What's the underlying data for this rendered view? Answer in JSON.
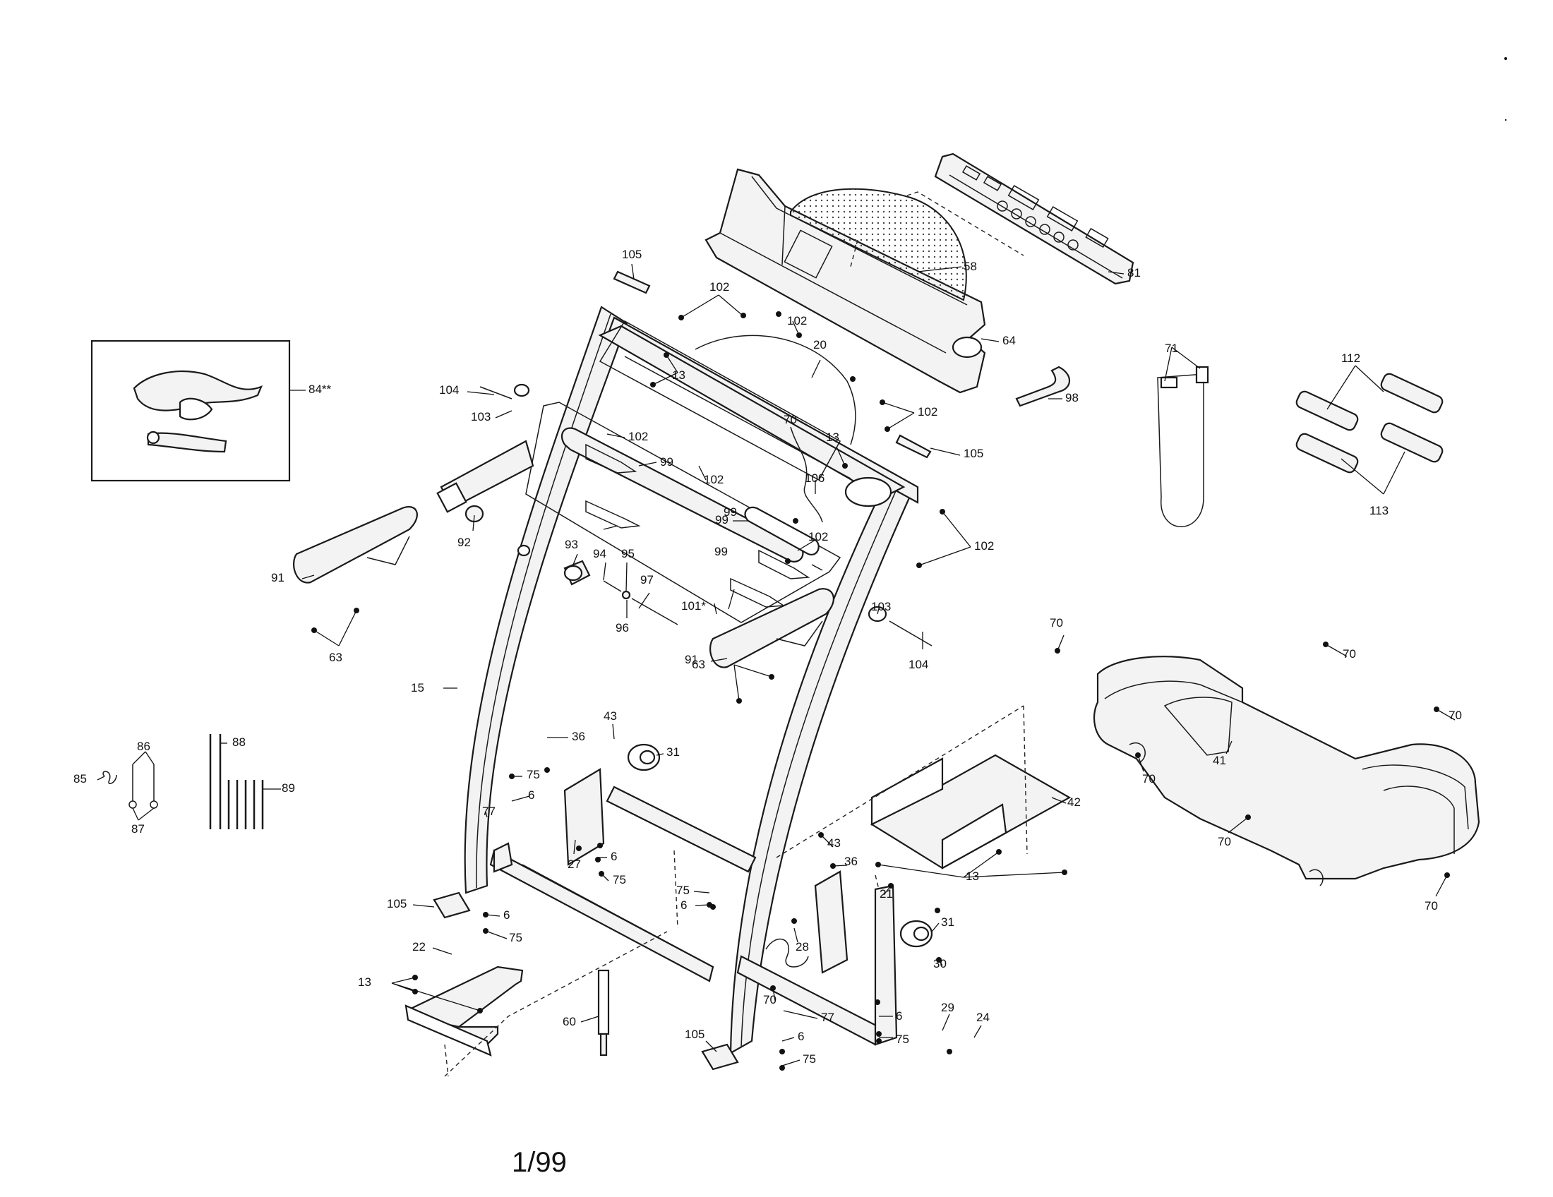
{
  "page": {
    "number": "1/99"
  },
  "parts": [
    {
      "id": "p1",
      "label": "105"
    },
    {
      "id": "p2",
      "label": "102"
    },
    {
      "id": "p3",
      "label": "102"
    },
    {
      "id": "p4",
      "label": "20"
    },
    {
      "id": "p5",
      "label": "13"
    },
    {
      "id": "p6",
      "label": "58"
    },
    {
      "id": "p7",
      "label": "81"
    },
    {
      "id": "p8",
      "label": "64"
    },
    {
      "id": "p9",
      "label": "84**"
    },
    {
      "id": "p10",
      "label": "104"
    },
    {
      "id": "p11",
      "label": "103"
    },
    {
      "id": "p12",
      "label": "102"
    },
    {
      "id": "p13",
      "label": "102"
    },
    {
      "id": "p14",
      "label": "102"
    },
    {
      "id": "p15",
      "label": "70"
    },
    {
      "id": "p16",
      "label": "13"
    },
    {
      "id": "p17",
      "label": "105"
    },
    {
      "id": "p18",
      "label": "98"
    },
    {
      "id": "p19",
      "label": "71"
    },
    {
      "id": "p20",
      "label": "112"
    },
    {
      "id": "p21",
      "label": "113"
    },
    {
      "id": "p22",
      "label": "99"
    },
    {
      "id": "p23",
      "label": "106"
    },
    {
      "id": "p24",
      "label": "99"
    },
    {
      "id": "p25",
      "label": "99"
    },
    {
      "id": "p26",
      "label": "102"
    },
    {
      "id": "p27",
      "label": "102"
    },
    {
      "id": "p28",
      "label": "92"
    },
    {
      "id": "p29",
      "label": "93"
    },
    {
      "id": "p30",
      "label": "94"
    },
    {
      "id": "p31",
      "label": "95"
    },
    {
      "id": "p32",
      "label": "97"
    },
    {
      "id": "p33",
      "label": "96"
    },
    {
      "id": "p34",
      "label": "99"
    },
    {
      "id": "p35",
      "label": "101*"
    },
    {
      "id": "p36",
      "label": "91"
    },
    {
      "id": "p37",
      "label": "63"
    },
    {
      "id": "p38",
      "label": "103"
    },
    {
      "id": "p39",
      "label": "104"
    },
    {
      "id": "p40",
      "label": "91"
    },
    {
      "id": "p41",
      "label": "63"
    },
    {
      "id": "p42",
      "label": "15"
    },
    {
      "id": "p43",
      "label": "70"
    },
    {
      "id": "p44",
      "label": "70"
    },
    {
      "id": "p45",
      "label": "70"
    },
    {
      "id": "p46",
      "label": "41"
    },
    {
      "id": "p47",
      "label": "70"
    },
    {
      "id": "p48",
      "label": "70"
    },
    {
      "id": "p49",
      "label": "70"
    },
    {
      "id": "p50",
      "label": "86"
    },
    {
      "id": "p51",
      "label": "88"
    },
    {
      "id": "p52",
      "label": "85"
    },
    {
      "id": "p53",
      "label": "89"
    },
    {
      "id": "p54",
      "label": "87"
    },
    {
      "id": "p55",
      "label": "43"
    },
    {
      "id": "p56",
      "label": "36"
    },
    {
      "id": "p57",
      "label": "31"
    },
    {
      "id": "p58",
      "label": "75"
    },
    {
      "id": "p59",
      "label": "6"
    },
    {
      "id": "p60",
      "label": "77"
    },
    {
      "id": "p61",
      "label": "27"
    },
    {
      "id": "p62",
      "label": "6"
    },
    {
      "id": "p63",
      "label": "75"
    },
    {
      "id": "p64",
      "label": "42"
    },
    {
      "id": "p65",
      "label": "43"
    },
    {
      "id": "p66",
      "label": "36"
    },
    {
      "id": "p67",
      "label": "13"
    },
    {
      "id": "p68",
      "label": "21"
    },
    {
      "id": "p69",
      "label": "31"
    },
    {
      "id": "p70",
      "label": "105"
    },
    {
      "id": "p71",
      "label": "6"
    },
    {
      "id": "p72",
      "label": "75"
    },
    {
      "id": "p73",
      "label": "75"
    },
    {
      "id": "p74",
      "label": "6"
    },
    {
      "id": "p75",
      "label": "28"
    },
    {
      "id": "p76",
      "label": "22"
    },
    {
      "id": "p77",
      "label": "30"
    },
    {
      "id": "p78",
      "label": "13"
    },
    {
      "id": "p79",
      "label": "70"
    },
    {
      "id": "p80",
      "label": "60"
    },
    {
      "id": "p81",
      "label": "77"
    },
    {
      "id": "p82",
      "label": "29"
    },
    {
      "id": "p83",
      "label": "24"
    },
    {
      "id": "p84",
      "label": "6"
    },
    {
      "id": "p85",
      "label": "75"
    },
    {
      "id": "p86",
      "label": "105"
    },
    {
      "id": "p87",
      "label": "6"
    },
    {
      "id": "p88",
      "label": "75"
    }
  ]
}
